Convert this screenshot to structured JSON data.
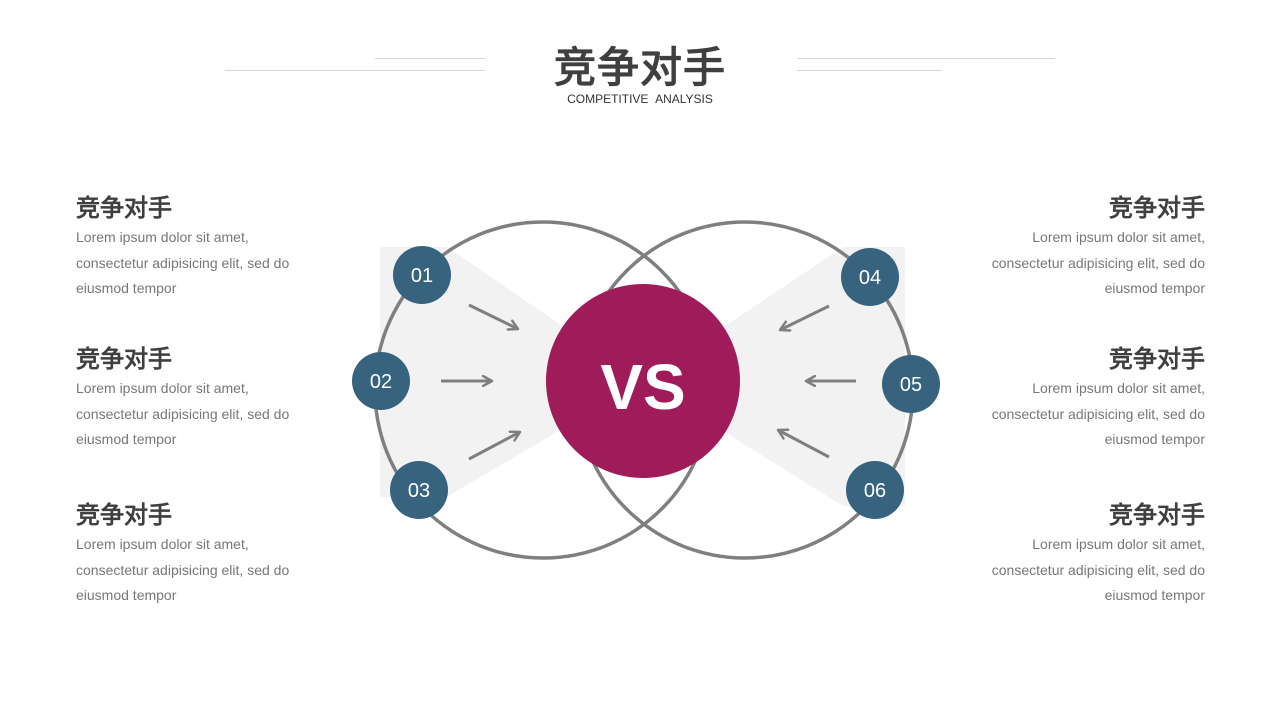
{
  "header": {
    "title": "竞争对手",
    "subtitle": "COMPETITIVE ANALYSIS"
  },
  "left_items": [
    {
      "title": "竞争对手",
      "lines": [
        "Lorem ipsum dolor sit amet,",
        "consectetur adipisicing elit, sed do",
        "eiusmod tempor"
      ]
    },
    {
      "title": "竞争对手",
      "lines": [
        "Lorem ipsum dolor sit amet,",
        "consectetur adipisicing elit, sed do",
        "eiusmod tempor"
      ]
    },
    {
      "title": "竞争对手",
      "lines": [
        "Lorem ipsum dolor sit amet,",
        "consectetur adipisicing elit, sed do",
        "eiusmod tempor"
      ]
    }
  ],
  "right_items": [
    {
      "title": "竞争对手",
      "lines": [
        "Lorem ipsum dolor sit amet,",
        "consectetur adipisicing elit, sed do",
        "eiusmod tempor"
      ]
    },
    {
      "title": "竞争对手",
      "lines": [
        "Lorem ipsum dolor sit amet,",
        "consectetur adipisicing elit, sed do",
        "eiusmod tempor"
      ]
    },
    {
      "title": "竞争对手",
      "lines": [
        "Lorem ipsum dolor sit amet,",
        "consectetur adipisicing elit, sed do",
        "eiusmod tempor"
      ]
    }
  ],
  "diagram": {
    "center_label": "VS",
    "badges": [
      "01",
      "02",
      "03",
      "04",
      "05",
      "06"
    ],
    "colors": {
      "badge": "#37637f",
      "center": "#a01b59",
      "ring": "#7f7f7f",
      "arrow": "#7f7f7f",
      "wedge": "#f2f2f3"
    }
  }
}
